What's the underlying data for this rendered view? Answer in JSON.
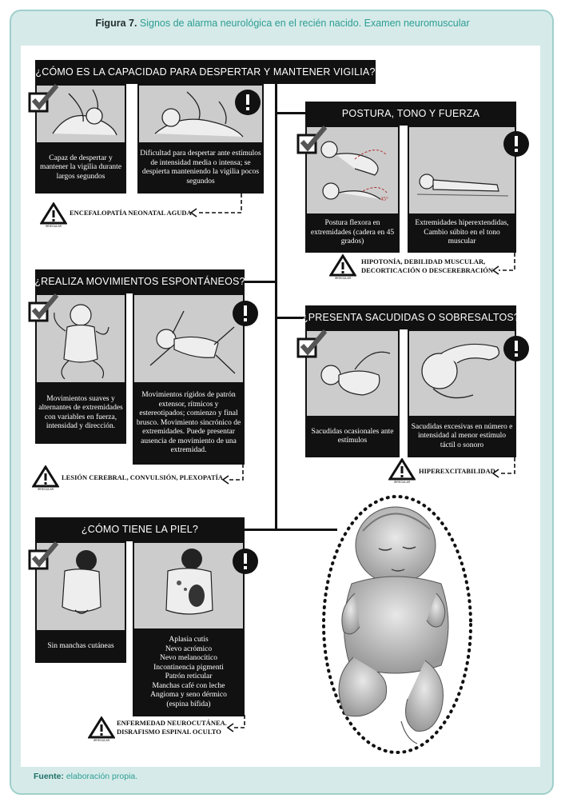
{
  "figure": {
    "label": "Figura 7.",
    "title": "Signos de alarma neurológica en el recién nacido. Examen neuromuscular"
  },
  "source": {
    "label": "Fuente:",
    "text": "elaboración propia."
  },
  "warning_icon_label": "IRREGULAR",
  "sections": {
    "vigilia": {
      "question": "¿CÓMO ES LA CAPACIDAD PARA DESPERTAR Y MANTENER VIGILIA?",
      "normal": "Capaz de despertar y mantener la vigilia durante largos segundos",
      "abnormal": "Dificultad para despertar ante estímulos de intensidad media o intensa; se despierta manteniendo la vigilia pocos segundos",
      "alarm": "ENCEFALOPATÍA NEONATAL AGUDA"
    },
    "postura": {
      "question": "POSTURA, TONO Y FUERZA",
      "normal": "Postura flexora en extremidades (cadera en 45 grados)",
      "abnormal": "Extremidades hiperextendidas, Cambio súbito en el tono muscular",
      "alarm_line1": "HIPOTONÍA, DEBILIDAD MUSCULAR,",
      "alarm_line2": "DECORTICACIÓN O DESCEREBRACIÓN",
      "angle_label": "45°"
    },
    "movimientos": {
      "question": "¿REALIZA MOVIMIENTOS ESPONTÁNEOS?",
      "normal": "Movimientos suaves y alternantes de extremidades con variables en fuerza, intensidad y dirección.",
      "abnormal": "Movimientos rígidos de patrón extensor, rítmicos y estereotipados; comienzo y final brusco. Movimiento sincrónico de extremidades. Puede presentar ausencia de movimiento de una extremidad.",
      "alarm": "LESIÓN CEREBRAL, CONVULSIÓN, PLEXOPATÍA"
    },
    "sacudidas": {
      "question": "¿PRESENTA SACUDIDAS O SOBRESALTOS?",
      "normal": "Sacudidas ocasionales ante estímulos",
      "abnormal": "Sacudidas excesivas en número e intensidad al menor estímulo táctil o sonoro",
      "alarm": "HIPEREXCITABILIDAD"
    },
    "piel": {
      "question": "¿CÓMO TIENE LA PIEL?",
      "normal": "Sin manchas cutáneas",
      "abnormal_lines": [
        "Aplasia cutis",
        "Nevo acrómico",
        "Nevo melanocítico",
        "Incontinencia pigmenti",
        "Patrón reticular",
        "Manchas café con leche",
        "Angioma y seno dérmico",
        "(espina bífida)"
      ],
      "alarm_line1": "ENFERMEDAD NEUROCUTÁNEA.",
      "alarm_line2": "DISRAFISMO ESPINAL OCULTO"
    }
  },
  "colors": {
    "frame_bg": "#d6ebe9",
    "frame_border": "#9fcfcb",
    "accent": "#2d9c93",
    "dark": "#111111",
    "cell_bg": "#cccccc"
  }
}
